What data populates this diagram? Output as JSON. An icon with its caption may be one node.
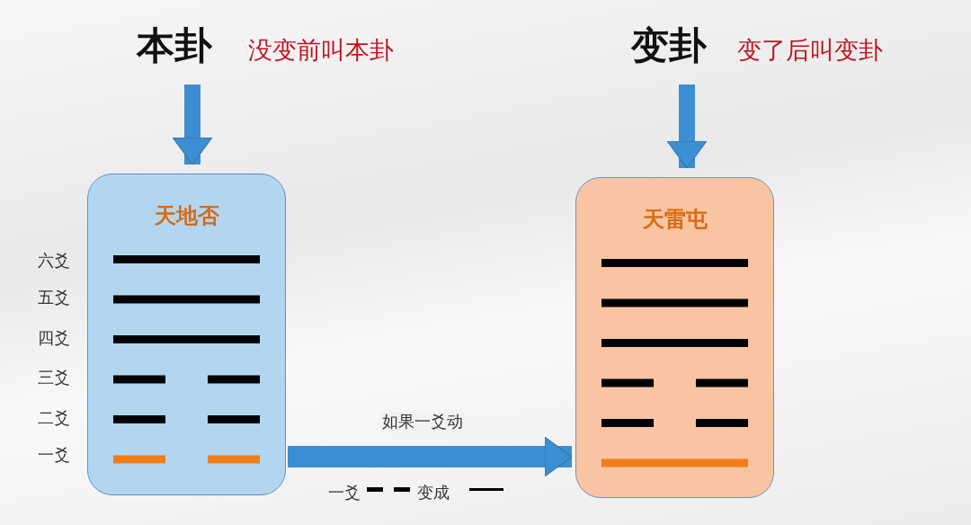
{
  "diagram": {
    "nodes": [
      {
        "text": [
          "本卦"
        ],
        "beside": [
          "没变前叫本卦"
        ]
      },
      {
        "text": [
          "变卦"
        ],
        "beside": [
          "变了后叫变卦"
        ]
      },
      {
        "text": [
          "天地否"
        ]
      },
      {
        "text": [
          "天雷屯"
        ]
      }
    ],
    "edges": [
      {
        "from": 0,
        "to": 2,
        "arrow": "to"
      },
      {
        "from": 1,
        "to": 3,
        "arrow": "to"
      },
      {
        "from": 2,
        "to": 3,
        "arrow": "to",
        "label": "如果一爻动"
      }
    ],
    "labels": [
      "六爻",
      "五爻",
      "四爻",
      "三爻",
      "二爻",
      "一爻",
      "一爻",
      "变成"
    ]
  }
}
